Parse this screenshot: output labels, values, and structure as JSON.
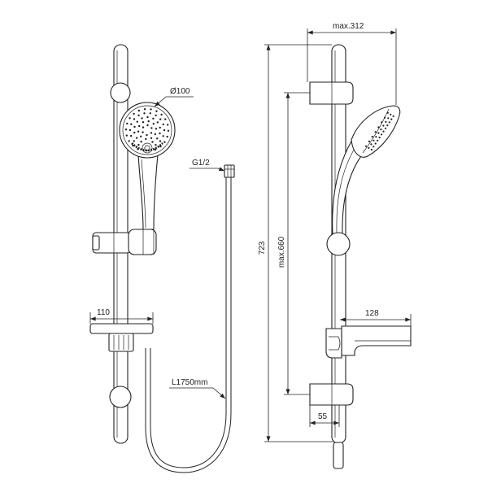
{
  "dimensions": {
    "head_diameter": "Ø100",
    "connector_thread": "G1/2",
    "hose_length": "L1750mm",
    "soap_dish_width": "110",
    "max_projection": "max.312",
    "total_height": "723",
    "max_bracket_spacing": "max.660",
    "soap_dish_projection": "128",
    "bracket_projection": "55"
  },
  "colors": {
    "line": "#222222",
    "background": "#ffffff"
  }
}
